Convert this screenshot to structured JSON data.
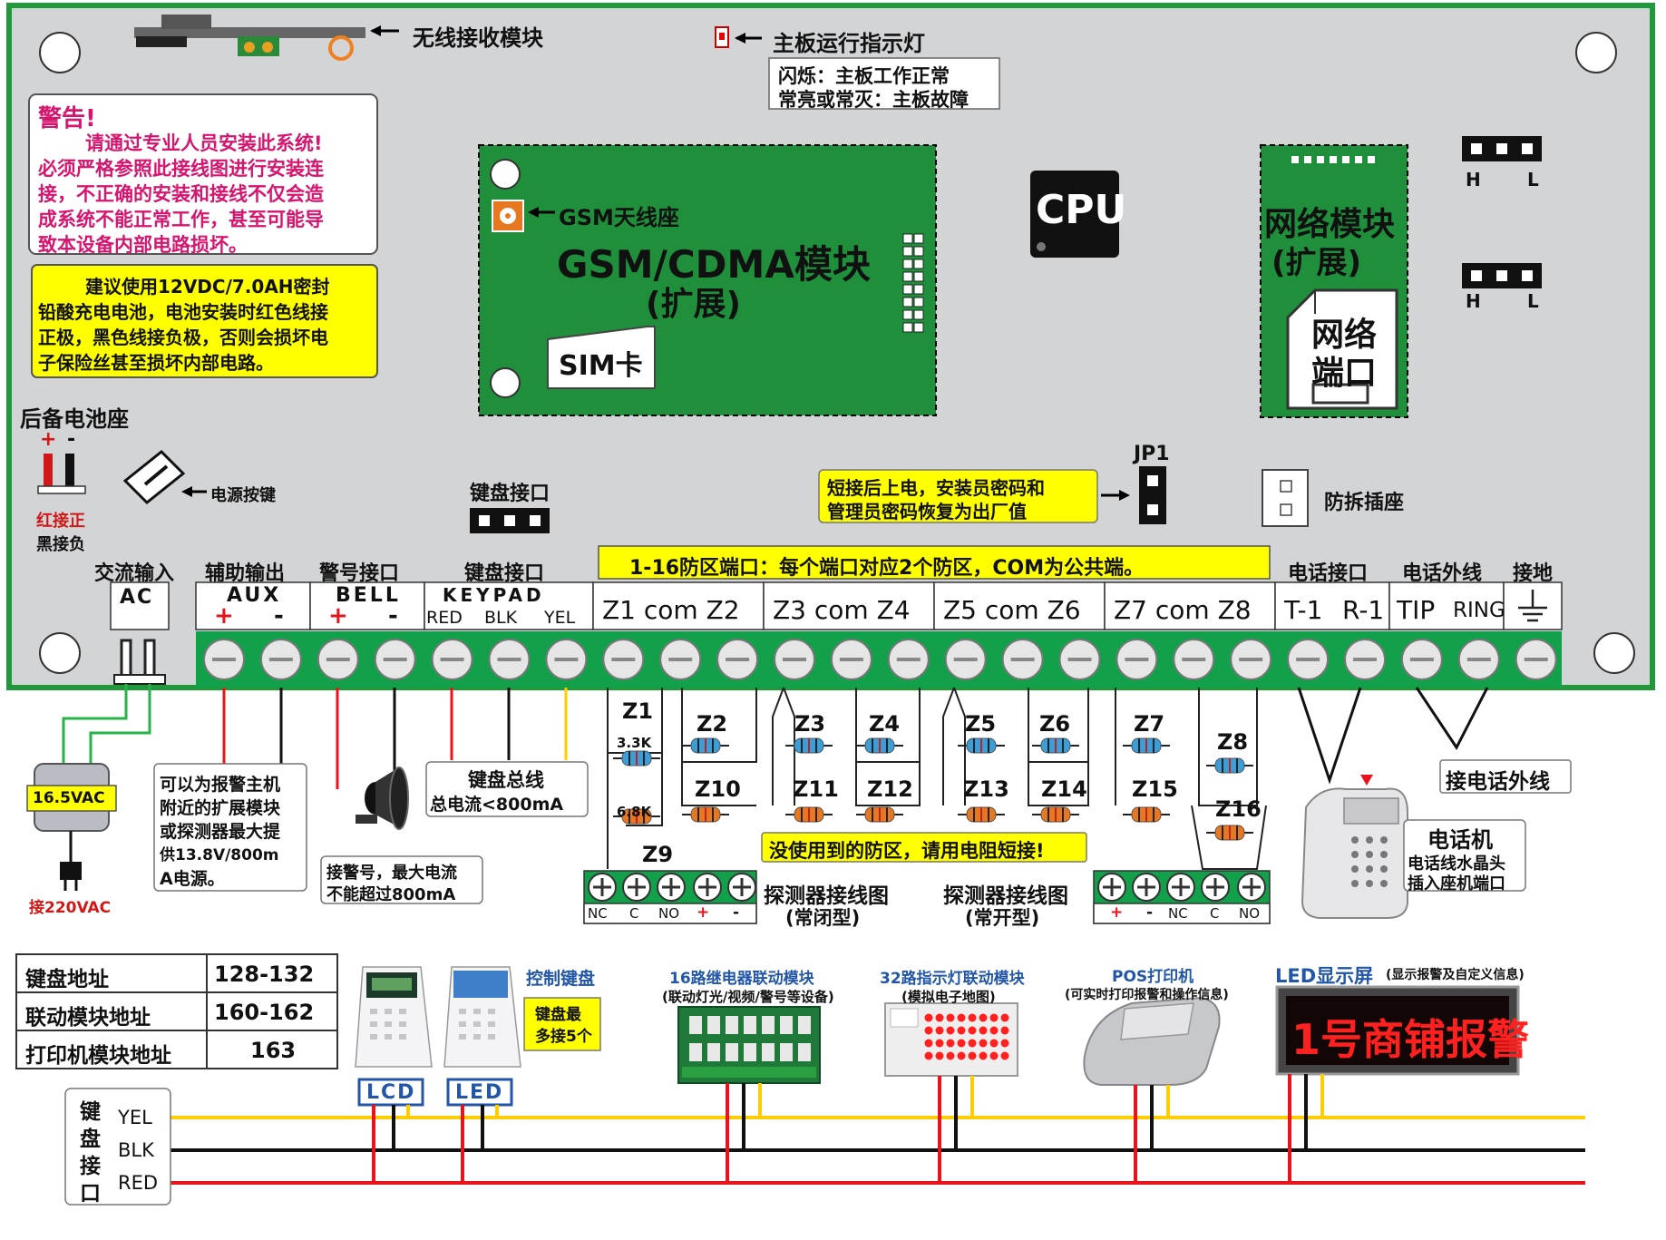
{
  "colors": {
    "board": "#d3d4d6",
    "board_border": "#1e9a3a",
    "module_green": "#1f8f3b",
    "terminal_green": "#12a04a",
    "warning_magenta": "#d6156f",
    "warning_yellow": "#ffff00",
    "wire_red": "#e8141c",
    "wire_black": "#111111",
    "wire_yellow": "#ffcc00",
    "led_red": "#ff2020"
  },
  "top": {
    "wireless_label": "无线接收模块",
    "run_led_label": "主板运行指示灯",
    "run_led_desc_1": "闪烁：主板工作正常",
    "run_led_desc_2": "常亮或常灭：主板故障"
  },
  "warning": {
    "title": "警告!",
    "lines": [
      "请通过专业人员安装此系统!",
      "必须严格参照此接线图进行安装连",
      "接，不正确的安装和接线不仅会造",
      "成系统不能正常工作，甚至可能导",
      "致本设备内部电路损坏。"
    ]
  },
  "battery_note": {
    "lines": [
      "建议使用12VDC/7.0AH密封",
      "铅酸充电电池，电池安装时红色线接",
      "正极，黑色线接负极，否则会损坏电",
      "子保险丝甚至损坏内部电路。"
    ]
  },
  "gsm": {
    "antenna_label": "GSM天线座",
    "title": "GSM/CDMA模块",
    "subtitle": "(扩展)",
    "sim": "SIM卡"
  },
  "cpu_label": "CPU",
  "network": {
    "title_1": "网络模块",
    "title_2": "(扩展)",
    "port_1": "网络",
    "port_2": "端口"
  },
  "hl": {
    "h": "H",
    "l": "L"
  },
  "battery_seat": {
    "label": "后备电池座",
    "plus": "+",
    "minus": "-",
    "red_note": "红接正",
    "black_note": "黑接负"
  },
  "power_key_label": "电源按键",
  "keypad_port_label": "键盘接口",
  "reset_note": {
    "line1": "短接后上电，安装员密码和",
    "line2": "管理员密码恢复为出厂值"
  },
  "jp1": "JP1",
  "tamper_label": "防拆插座",
  "terminal_section_labels": {
    "ac": "交流输入",
    "aux": "辅助输出",
    "bell": "警号接口",
    "keypad": "键盘接口",
    "zones": "1-16防区端口：每个端口对应2个防区，COM为公共端。",
    "phone": "电话接口",
    "line": "电话外线",
    "ground": "接地"
  },
  "terminal_headers": {
    "ac": "AC",
    "aux": "AUX",
    "bell": "BELL",
    "keypad": "KEYPAD",
    "keypad_sub": [
      "RED",
      "BLK",
      "YEL"
    ],
    "zone_groups": [
      "Z1 com Z2",
      "Z3 com Z4",
      "Z5 com Z6",
      "Z7 com Z8"
    ],
    "phone_a": "T-1",
    "phone_b": "R-1",
    "tip": "TIP",
    "ring": "RING",
    "plus": "+",
    "minus": "-"
  },
  "transformer": {
    "label": "16.5VAC",
    "mains": "接220VAC"
  },
  "aux_note": [
    "可以为报警主机",
    "附近的扩展模块",
    "或探测器最大提",
    "供13.8V/800m",
    "A电源。"
  ],
  "siren_note": [
    "接警号，最大电流",
    "不能超过800mA"
  ],
  "keypad_bus_note": {
    "line1": "键盘总线",
    "line2": "总电流<800mA"
  },
  "zones": {
    "z1": "Z1",
    "z2": "Z2",
    "z3": "Z3",
    "z4": "Z4",
    "z5": "Z5",
    "z6": "Z6",
    "z7": "Z7",
    "z8": "Z8",
    "z9": "Z9",
    "z10": "Z10",
    "z11": "Z11",
    "z12": "Z12",
    "z13": "Z13",
    "z14": "Z14",
    "z15": "Z15",
    "z16": "Z16",
    "r1": "3.3K",
    "r2": "6.8K"
  },
  "unused_note": "没使用到的防区，请用电阻短接!",
  "detectors": {
    "nc_title_1": "探测器接线图",
    "nc_title_2": "(常闭型)",
    "no_title_1": "探测器接线图",
    "no_title_2": "(常开型)",
    "labels_nc": [
      "NC",
      "C",
      "NO",
      "+",
      "-"
    ],
    "labels_no": [
      "+",
      "-",
      "NC",
      "C",
      "NO"
    ]
  },
  "phone": {
    "label": "电话机",
    "desc_1": "电话线水晶头",
    "desc_2": "插入座机端口",
    "line_note": "接电话外线"
  },
  "address_table": [
    {
      "name": "键盘地址",
      "value": "128-132"
    },
    {
      "name": "联动模块地址",
      "value": "160-162"
    },
    {
      "name": "打印机模块地址",
      "value": "163"
    }
  ],
  "bus": {
    "label_chars": [
      "键",
      "盘",
      "接",
      "口"
    ],
    "yel": "YEL",
    "blk": "BLK",
    "red": "RED"
  },
  "devices": {
    "keyboard_label": "控制键盘",
    "keyboard_note_1": "键盘最",
    "keyboard_note_2": "多接5个",
    "lcd": "LCD",
    "led": "LED",
    "relay_title": "16路继电器联动模块",
    "relay_sub": "(联动灯光/视频/警号等设备)",
    "indicator_title": "32路指示灯联动模块",
    "indicator_sub": "(模拟电子地图)",
    "pos_title": "POS打印机",
    "pos_sub": "(可实时打印报警和操作信息)",
    "led_title": "LED显示屏",
    "led_title_sub": "(显示报警及自定义信息)",
    "led_text": "1号商铺报警"
  }
}
